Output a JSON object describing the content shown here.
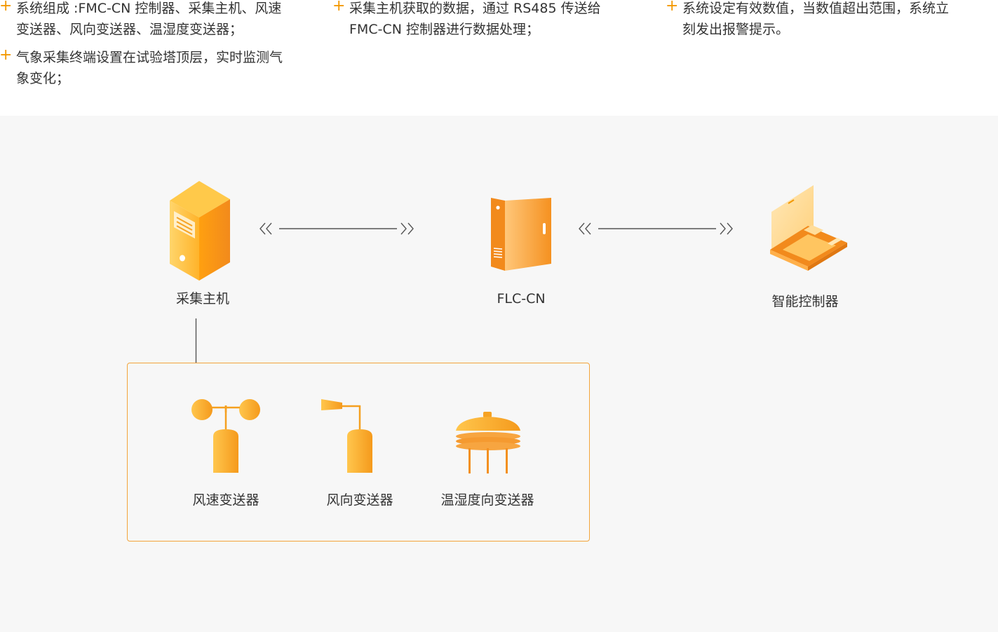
{
  "bullets": {
    "col1": [
      {
        "lines": [
          "系统组成 :FMC-CN 控制器、采集主机、风速",
          "变送器、风向变送器、温湿度变送器；"
        ]
      },
      {
        "lines": [
          "气象采集终端设置在试验塔顶层，实时监测气",
          "象变化；"
        ]
      }
    ],
    "col2": [
      {
        "lines": [
          "采集主机获取的数据，通过 RS485 传送给",
          "FMC-CN 控制器进行数据处理；"
        ]
      }
    ],
    "col3": [
      {
        "lines": [
          "系统设定有效数值，当数值超出范围，系统立",
          "刻发出报警提示。"
        ]
      }
    ],
    "plus_symbol": "+"
  },
  "nodes": {
    "host": {
      "label": "采集主机",
      "icon": "server-icon"
    },
    "controller": {
      "label": "FLC-CN",
      "icon": "control-cabinet-icon"
    },
    "smart": {
      "label": "智能控制器",
      "icon": "laptop-icon"
    }
  },
  "sensors": [
    {
      "label": "风速变送器",
      "icon": "anemometer-icon"
    },
    {
      "label": "风向变送器",
      "icon": "wind-vane-icon"
    },
    {
      "label": "温湿度向变送器",
      "icon": "thermo-hygrometer-icon"
    }
  ],
  "colors": {
    "accent": "#f39800",
    "orange_dark": "#f28a1c",
    "orange_light": "#ffc04d",
    "border": "#f3a43a",
    "line": "#555555",
    "background": "#f7f7f7"
  }
}
